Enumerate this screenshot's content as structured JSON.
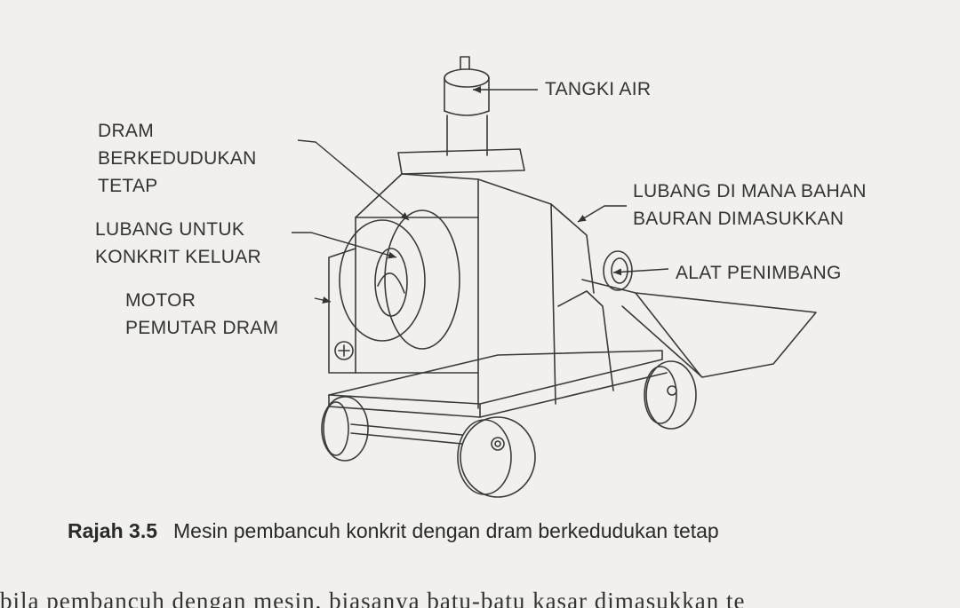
{
  "diagram": {
    "labels": {
      "tank": "TANGKI AIR",
      "fixed_drum": "DRAM\nBERKEDUDUKAN\nTETAP",
      "outlet": "LUBANG UNTUK\nKONKRIT KELUAR",
      "motor": "MOTOR\nPEMUTAR DRAM",
      "inlet": "LUBANG DI MANA BAHAN\nBAURAN DIMASUKKAN",
      "weigher": "ALAT PENIMBANG"
    }
  },
  "caption": {
    "number": "Rajah 3.5",
    "text": "Mesin pembancuh konkrit dengan dram berkedudukan tetap"
  },
  "body_text": "bila pembancuh dengan mesin, biasanya batu-batu kasar dimasukkan te"
}
